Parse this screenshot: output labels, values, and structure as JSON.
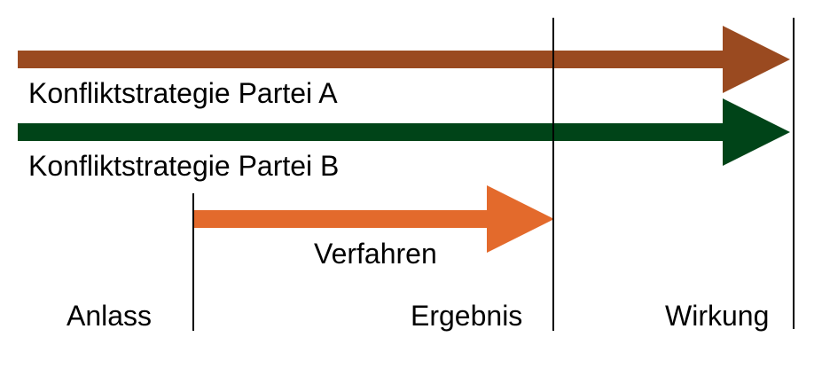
{
  "arrows": {
    "party_a": {
      "label": "Konfliktstrategie Partei A",
      "color": "#9a4a20"
    },
    "party_b": {
      "label": "Konfliktstrategie Partei B",
      "color": "#004418"
    },
    "procedure": {
      "label": "Verfahren",
      "color": "#e36a2c"
    }
  },
  "markers": {
    "trigger": "Anlass",
    "result": "Ergebnis",
    "effect": "Wirkung"
  },
  "line_color": "#000000"
}
